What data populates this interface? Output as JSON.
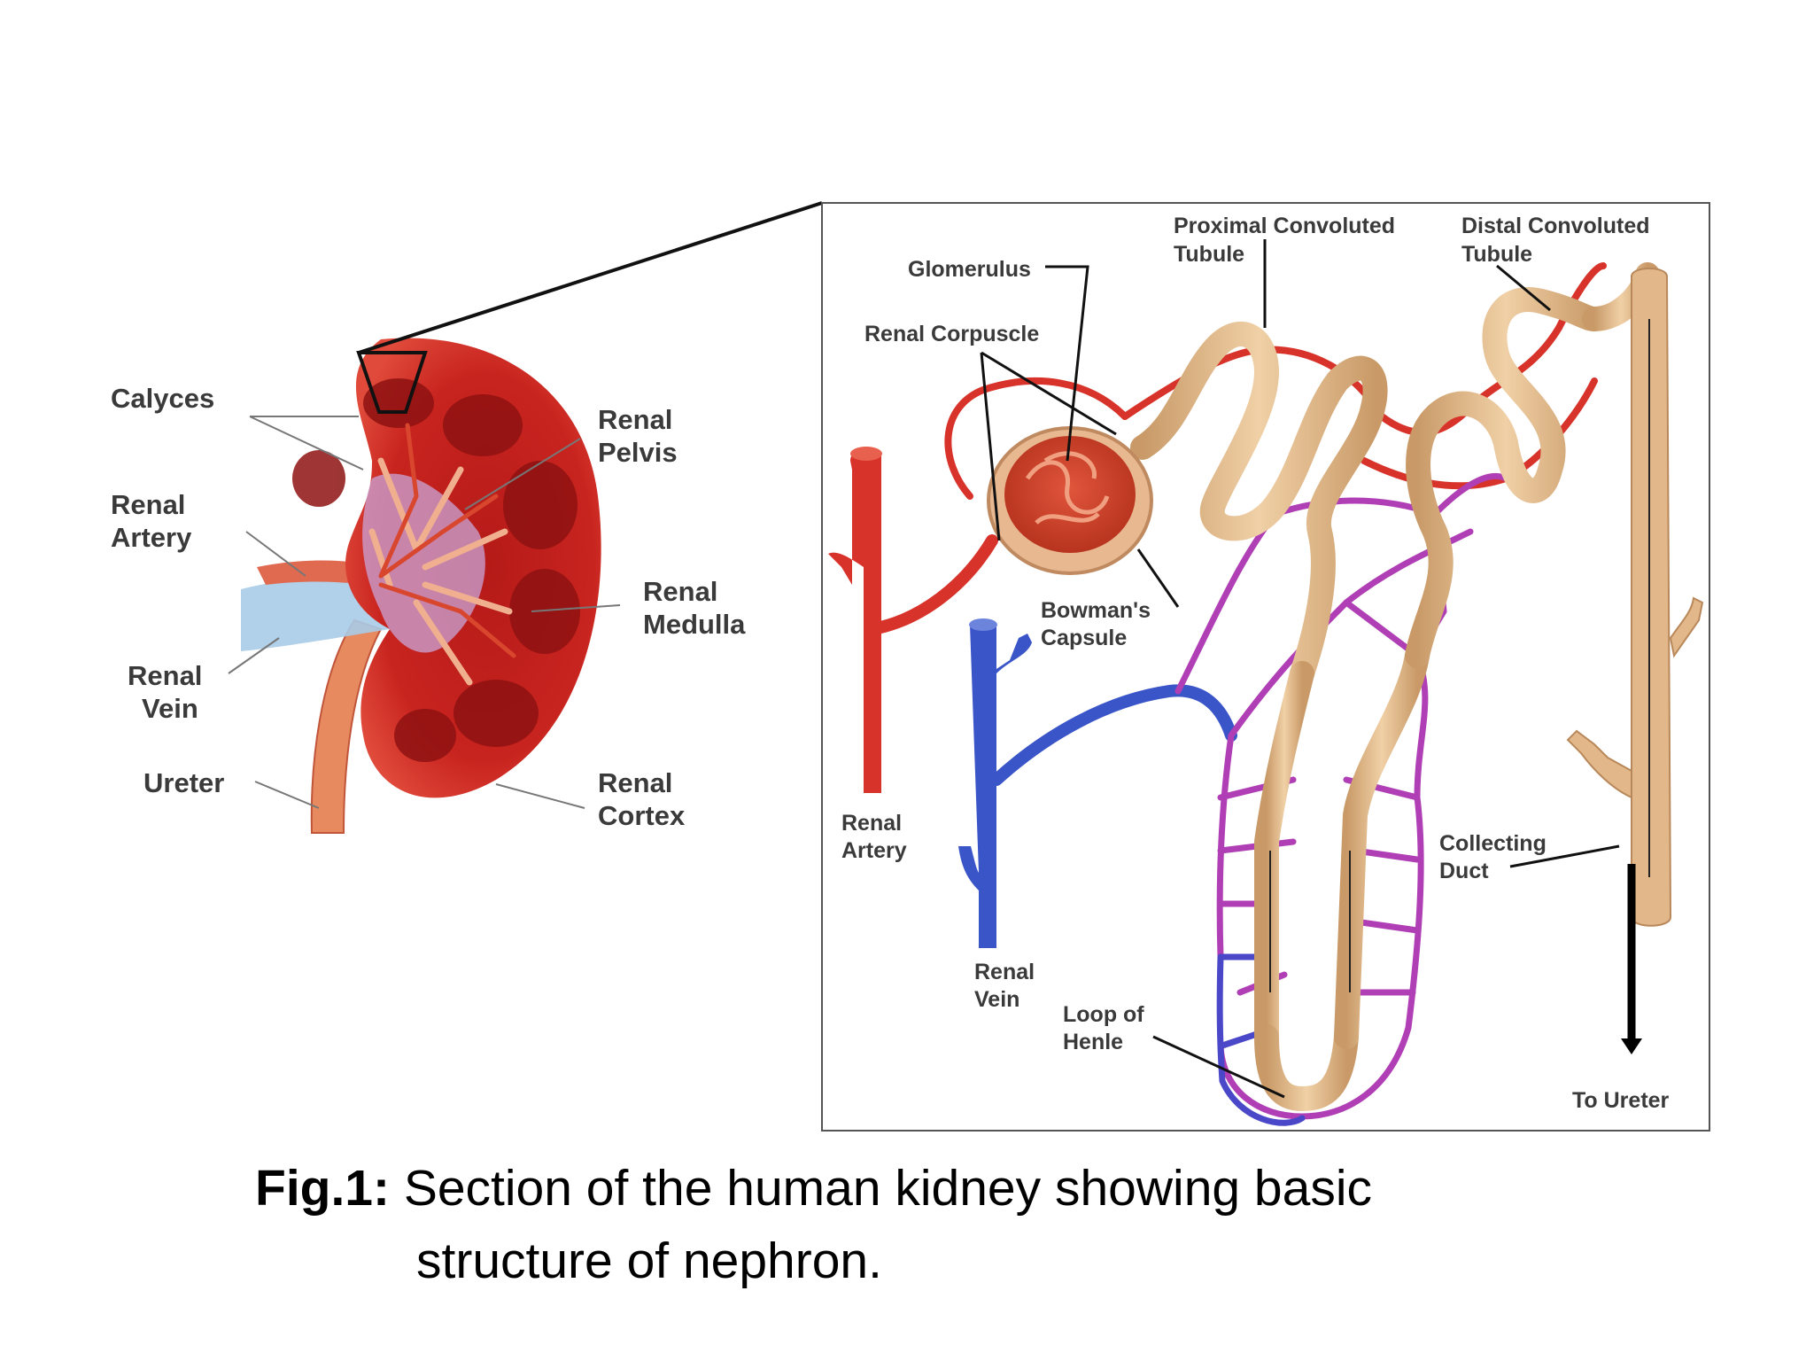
{
  "kidney_labels": {
    "calyces": "Calyces",
    "renal_artery_1": "Renal",
    "renal_artery_2": "Artery",
    "renal_vein_1": "Renal",
    "renal_vein_2": "Vein",
    "ureter": "Ureter",
    "renal_pelvis_1": "Renal",
    "renal_pelvis_2": "Pelvis",
    "renal_medulla_1": "Renal",
    "renal_medulla_2": "Medulla",
    "renal_cortex_1": "Renal",
    "renal_cortex_2": "Cortex"
  },
  "nephron_labels": {
    "glomerulus": "Glomerulus",
    "renal_corpuscle": "Renal Corpuscle",
    "pct_1": "Proximal Convoluted",
    "pct_2": "Tubule",
    "dct_1": "Distal Convoluted",
    "dct_2": "Tubule",
    "bowmans_1": "Bowman's",
    "bowmans_2": "Capsule",
    "renal_artery_1": "Renal",
    "renal_artery_2": "Artery",
    "renal_vein_1": "Renal",
    "renal_vein_2": "Vein",
    "loop_1": "Loop of",
    "loop_2": "Henle",
    "collecting_1": "Collecting",
    "collecting_2": "Duct",
    "to_ureter": "To Ureter"
  },
  "caption": {
    "prefix": "Fig.1:",
    "line1": " Section of the human kidney showing basic",
    "line2": "structure of nephron."
  },
  "colors": {
    "artery": "#d8332a",
    "vein": "#3a55c8",
    "capillary": "#b03fb5",
    "tubule": "#e2b88a",
    "cortex": "#c4201c",
    "medulla": "#9a1414"
  }
}
